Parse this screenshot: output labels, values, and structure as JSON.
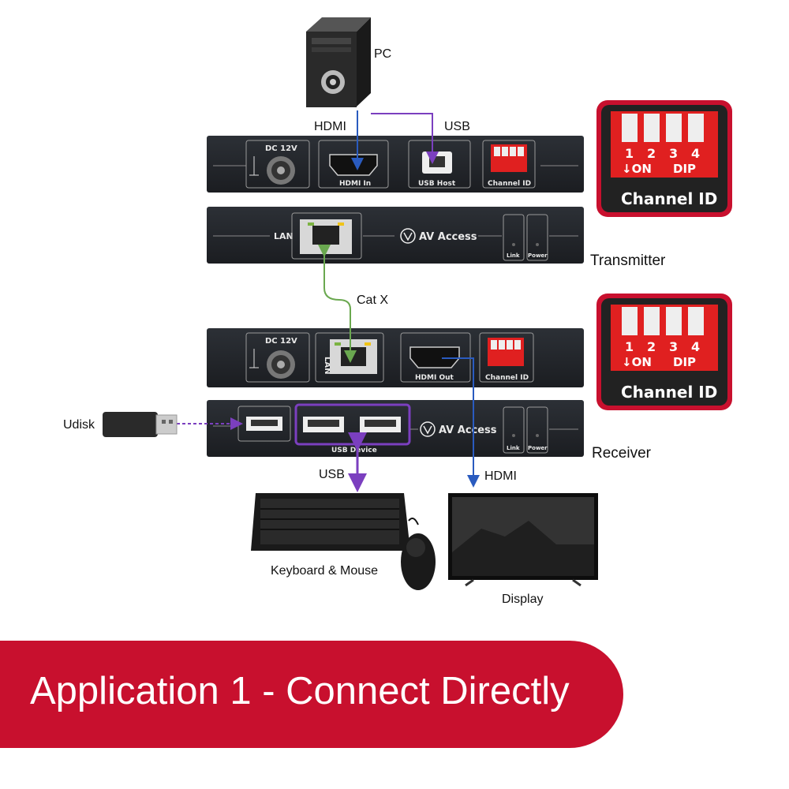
{
  "labels": {
    "pc": "PC",
    "hdmi_top": "HDMI",
    "usb_top": "USB",
    "transmitter": "Transmitter",
    "cat_x": "Cat X",
    "receiver": "Receiver",
    "udisk": "Udisk",
    "usb_bottom": "USB",
    "hdmi_bottom": "HDMI",
    "keyboard_mouse": "Keyboard & Mouse",
    "display": "Display"
  },
  "transmitter_front": {
    "dc": "DC 12V",
    "hdmi_in": "HDMI In",
    "usb_host": "USB Host",
    "channel_id": "Channel ID"
  },
  "transmitter_back": {
    "lan": "LAN",
    "brand": "AV Access",
    "link": "Link",
    "power": "Power"
  },
  "receiver_front": {
    "dc": "DC 12V",
    "lan": "LAN",
    "hdmi_out": "HDMI Out",
    "channel_id": "Channel ID"
  },
  "receiver_back": {
    "usb_device": "USB Device",
    "brand": "AV Access",
    "link": "Link",
    "power": "Power"
  },
  "dip_switch": {
    "numbers": [
      "1",
      "2",
      "3",
      "4"
    ],
    "on": "↓ON",
    "dip": "DIP",
    "caption": "Channel ID"
  },
  "banner": {
    "title": "Application 1 - Connect Directly"
  },
  "colors": {
    "hdmi": "#2a5bbf",
    "usb": "#7b3fbf",
    "lan": "#6aa84f",
    "banner": "#c8102e",
    "device": "#23262b"
  }
}
